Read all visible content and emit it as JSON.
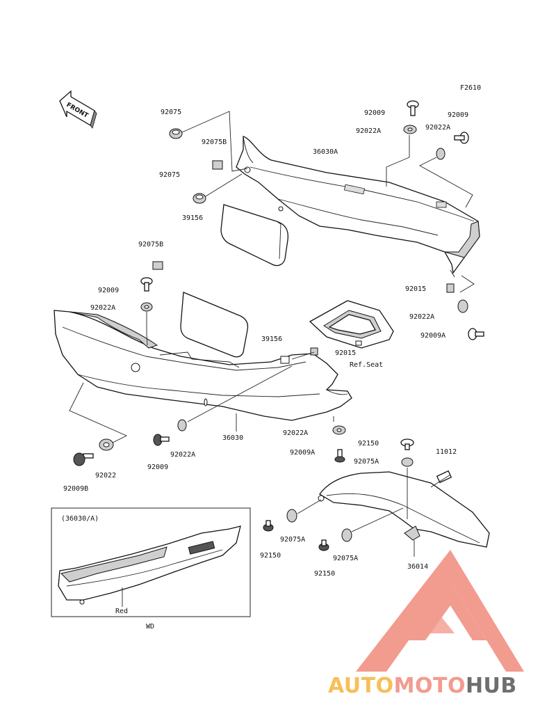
{
  "figure_code": "F2610",
  "direction_marker": "FRONT",
  "parts": {
    "p92075_a": "92075",
    "p92075b_a": "92075B",
    "p92075_b": "92075",
    "p39156_a": "39156",
    "p36030a": "36030A",
    "p92009_a": "92009",
    "p92022a_a": "92022A",
    "p92009_b": "92009",
    "p92022a_b": "92022A",
    "p92075b_b": "92075B",
    "p92009_c": "92009",
    "p92022a_c": "92022A",
    "p39156_b": "39156",
    "p92015_a": "92015",
    "p92022a_d": "92022A",
    "p92009a_a": "92009A",
    "p92015_b": "92015",
    "ref_seat": "Ref.Seat",
    "p36030": "36030",
    "p92022a_e": "92022A",
    "p92009a_b": "92009A",
    "p92150_a": "92150",
    "p92075a_a": "92075A",
    "p11012": "11012",
    "p92022": "92022",
    "p92009_d": "92009",
    "p92022a_f": "92022A",
    "p92009b": "92009B",
    "p92075a_b": "92075A",
    "p92150_b": "92150",
    "p92075a_c": "92075A",
    "p92150_c": "92150",
    "p36014": "36014"
  },
  "inset": {
    "title": "(36030/A)",
    "color_label": "Red",
    "caption": "WD"
  },
  "watermark": {
    "word_part1": "AUTO",
    "word_part2": "MOTO",
    "word_part3": "HUB",
    "color_light": "#f6b43c",
    "color_mid": "#f08a7c",
    "color_dark": "#555555"
  }
}
